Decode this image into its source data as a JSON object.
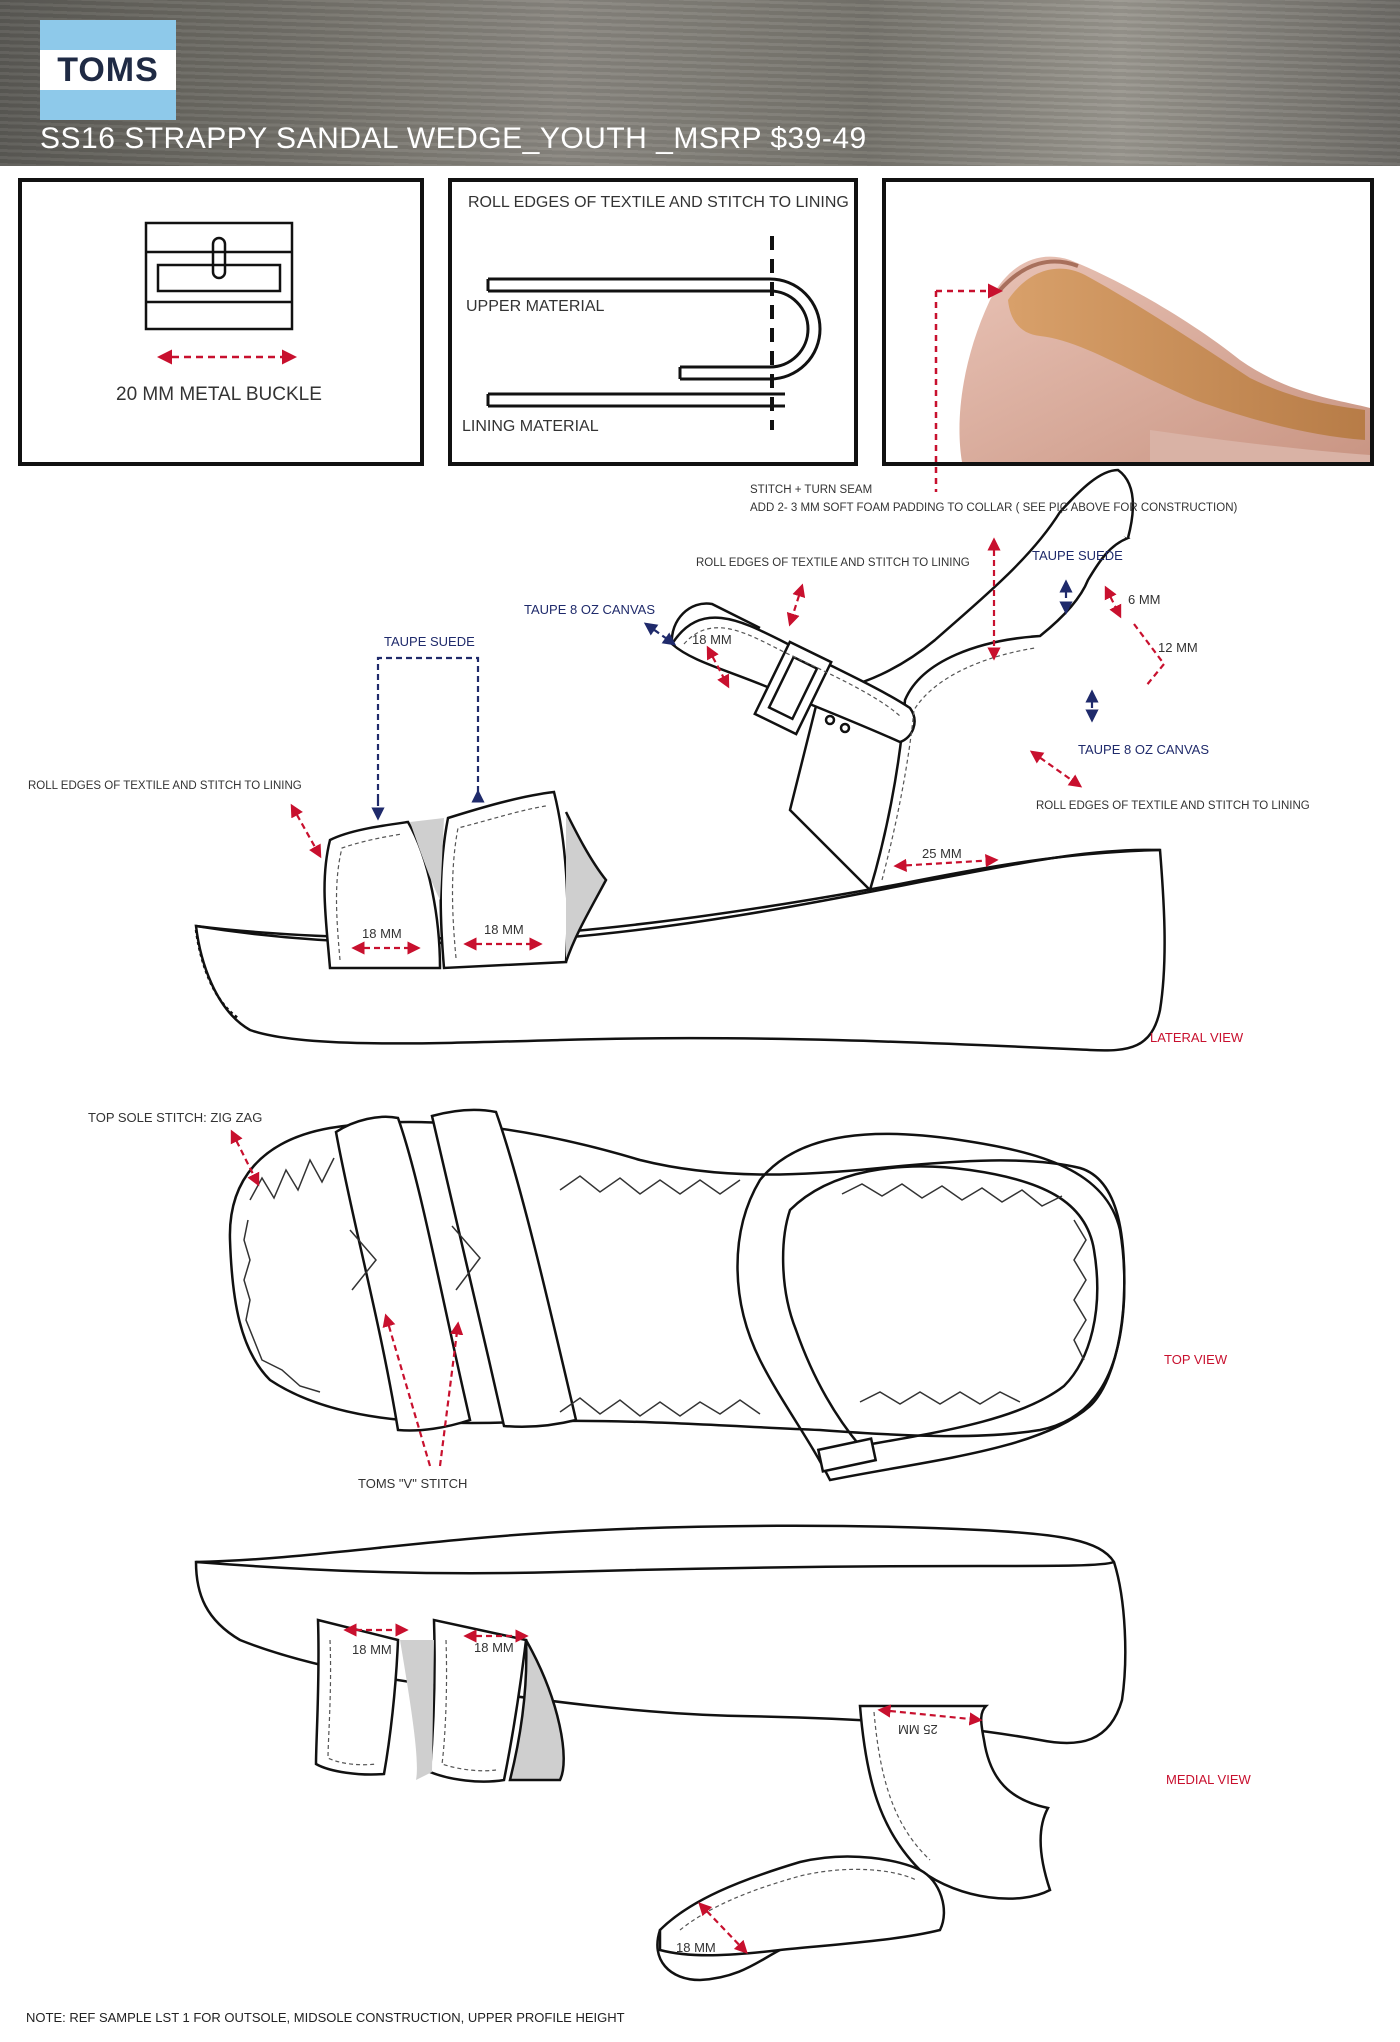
{
  "header": {
    "logo_text": "TOMS",
    "title": "SS16 STRAPPY SANDAL WEDGE_YOUTH _MSRP $39-49"
  },
  "panels": {
    "buckle_label": "20 MM METAL BUCKLE",
    "edge_title": "ROLL EDGES OF TEXTILE AND STITCH TO LINING",
    "upper_material": "UPPER MATERIAL",
    "lining_material": "LINING MATERIAL"
  },
  "callouts": {
    "stitch_turn_seam": "STITCH + TURN SEAM",
    "foam_padding": "ADD 2- 3 MM SOFT FOAM PADDING TO COLLAR ( SEE PIC ABOVE FOR CONSTRUCTION)",
    "roll_edges_top": "ROLL EDGES OF TEXTILE AND STITCH TO LINING",
    "taupe_suede_right": "TAUPE SUEDE",
    "taupe_canvas_left": "TAUPE 8 OZ CANVAS",
    "dim_6mm": "6 MM",
    "dim_12mm": "12 MM",
    "dim_18mm_strap": "18 MM",
    "taupe_suede_center": "TAUPE SUEDE",
    "taupe_canvas_right": "TAUPE 8 OZ CANVAS",
    "roll_edges_left": "ROLL EDGES OF TEXTILE AND STITCH TO LINING",
    "roll_edges_right": "ROLL EDGES OF TEXTILE AND STITCH TO LINING",
    "dim_25mm": "25 MM",
    "dim_18mm_a": "18 MM",
    "dim_18mm_b": "18 MM",
    "lateral_view": "LATERAL VIEW",
    "top_sole_stitch": "TOP SOLE STITCH: ZIG ZAG",
    "top_view": "TOP VIEW",
    "v_stitch": "TOMS \"V\" STITCH",
    "dim_18mm_c": "18 MM",
    "dim_18mm_d": "18 MM",
    "dim_25mm_medial": "25 MM",
    "medial_view": "MEDIAL VIEW",
    "dim_18mm_e": "18 MM"
  },
  "footer": {
    "note": "NOTE: REF SAMPLE LST 1 FOR OUTSOLE, MIDSOLE CONSTRUCTION, UPPER PROFILE HEIGHT"
  },
  "colors": {
    "accent_red": "#c8102e",
    "accent_navy": "#1f2a6b",
    "logo_blue": "#8ec9ea"
  }
}
